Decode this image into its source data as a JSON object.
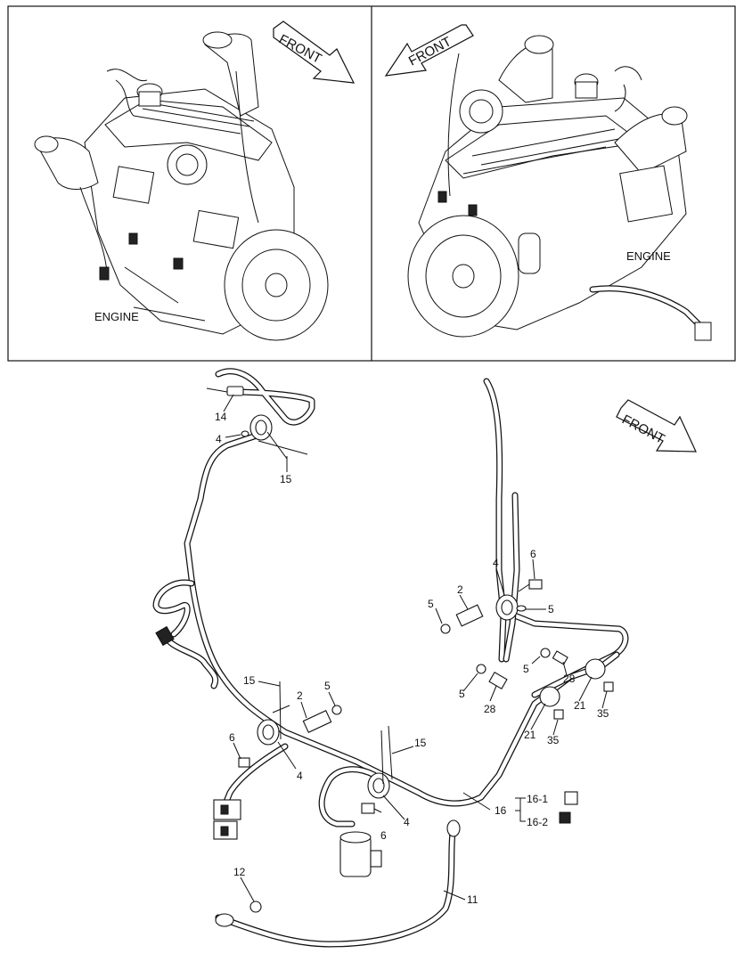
{
  "panels": {
    "left_engine_label": "ENGINE",
    "right_engine_label": "ENGINE"
  },
  "arrows": {
    "front_left_top": "FRONT",
    "front_right_top": "FRONT",
    "front_main": "FRONT"
  },
  "callouts": {
    "c14": "14",
    "c4_top": "4",
    "c15_top": "15",
    "c6_right": "6",
    "c4_right": "4",
    "c2_right": "2",
    "c5_right_a": "5",
    "c5_right_b": "5",
    "c5_mid_a": "5",
    "c5_mid_b": "5",
    "c28_a": "28",
    "c28_b": "28",
    "c21_a": "21",
    "c21_b": "21",
    "c35_a": "35",
    "c35_b": "35",
    "c15_left": "15",
    "c2_left": "2",
    "c5_left": "5",
    "c6_left": "6",
    "c4_left": "4",
    "c15_mid": "15",
    "c6_bottom": "6",
    "c4_bottom": "4",
    "c16": "16",
    "c16_1": "16-1",
    "c16_2": "16-2",
    "c12": "12",
    "c11": "11"
  }
}
